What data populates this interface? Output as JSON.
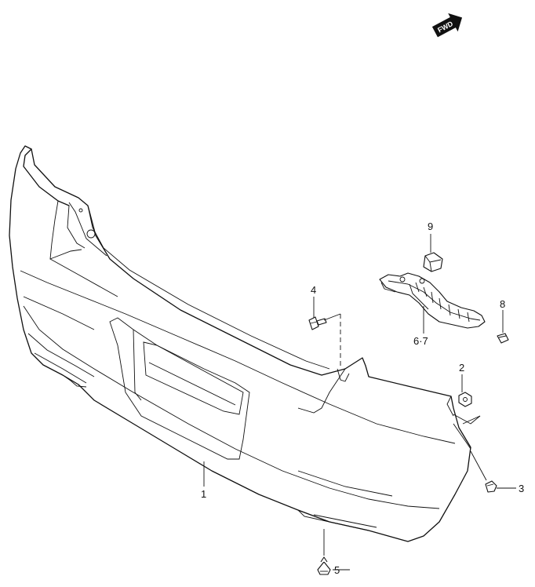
{
  "direction_badge": {
    "text": "FWD",
    "icon": "forward-arrow-icon"
  },
  "callouts": [
    {
      "id": "1",
      "text": "1"
    },
    {
      "id": "2",
      "text": "2"
    },
    {
      "id": "3",
      "text": "3"
    },
    {
      "id": "4",
      "text": "4"
    },
    {
      "id": "5",
      "text": "5"
    },
    {
      "id": "6-7",
      "text": "6·7"
    },
    {
      "id": "8",
      "text": "8"
    },
    {
      "id": "9",
      "text": "9"
    }
  ]
}
